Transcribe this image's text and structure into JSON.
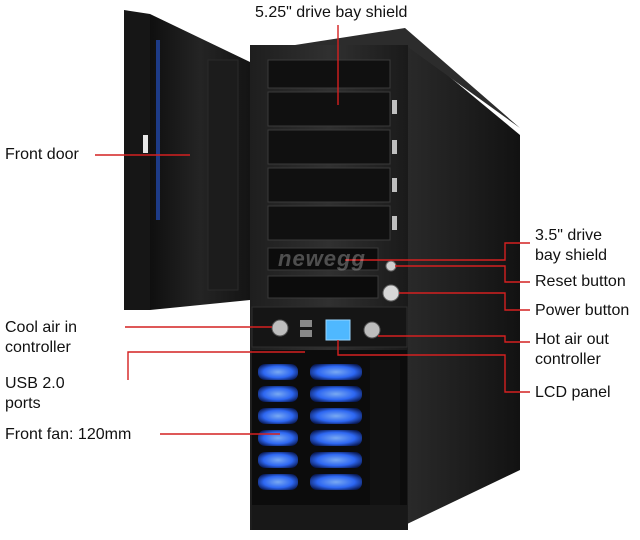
{
  "labels": {
    "drive_525": "5.25\" drive bay shield",
    "front_door": "Front door",
    "drive_35": "3.5\" drive\nbay shield",
    "reset": "Reset button",
    "power": "Power button",
    "cool_air": "Cool air in\ncontroller",
    "hot_air": "Hot air out\ncontroller",
    "usb": "USB 2.0\nports",
    "lcd": "LCD panel",
    "front_fan": "Front fan: 120mm"
  },
  "watermark": "newegg",
  "colors": {
    "leader": "#d42020",
    "case": "#1b1b1b",
    "fan_glow": "#2f6cff",
    "lcd": "#4fb8ff",
    "text": "#111111"
  }
}
